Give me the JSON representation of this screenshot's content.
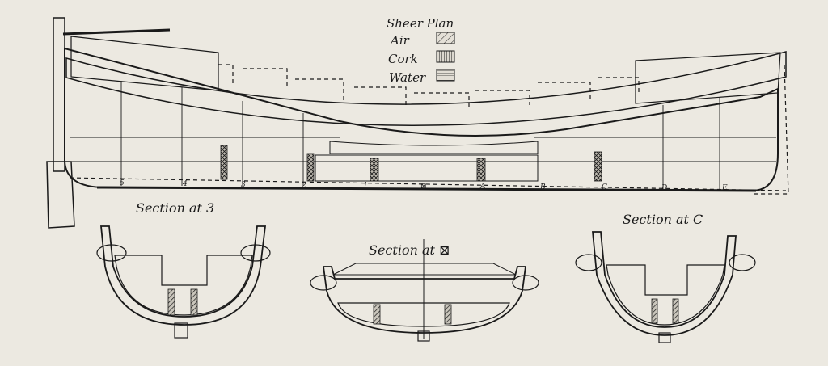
{
  "legend": {
    "title": "Sheer Plan",
    "items": [
      {
        "label": "Air",
        "pattern": "air"
      },
      {
        "label": "Cork",
        "pattern": "cork"
      },
      {
        "label": "Water",
        "pattern": "water"
      }
    ]
  },
  "station_marks": [
    "5",
    "4",
    "3",
    "2",
    "1",
    "⊠",
    "A",
    "B",
    "C",
    "D",
    "E"
  ],
  "sections": [
    {
      "label": "Section at 3"
    },
    {
      "label": "Section at ⊠"
    },
    {
      "label": "Section at C"
    }
  ],
  "colors": {
    "paper": "#ece9e1",
    "ink": "#1a1a1a",
    "hull_fill": "#d8d4ca"
  }
}
